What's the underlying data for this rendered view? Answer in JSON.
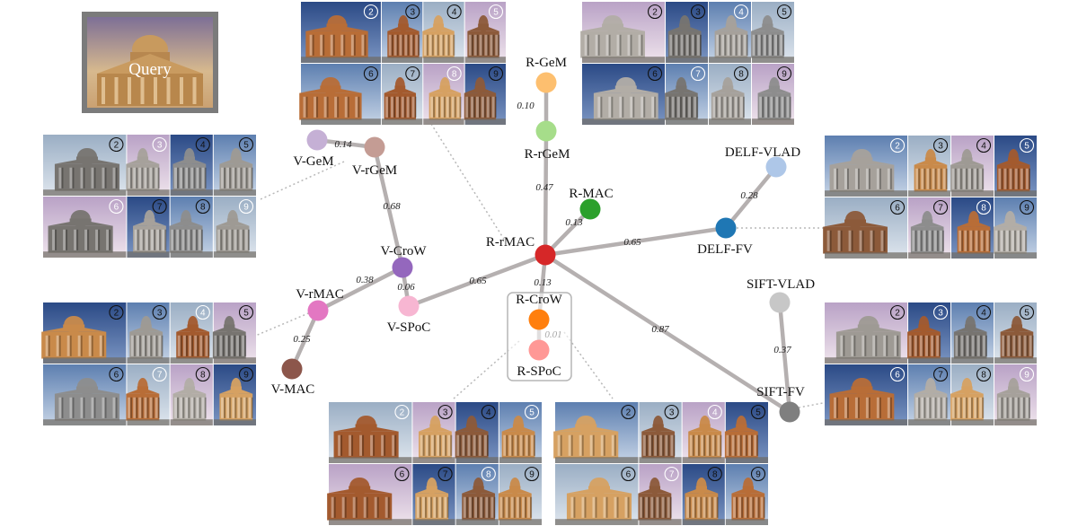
{
  "query": {
    "label": "Query"
  },
  "nodes": [
    {
      "id": "R-GeM",
      "label": "R-GeM",
      "color": "#fdbf6f"
    },
    {
      "id": "R-rGeM",
      "label": "R-rGeM",
      "color": "#a6dd8a"
    },
    {
      "id": "R-MAC",
      "label": "R-MAC",
      "color": "#2ca02c"
    },
    {
      "id": "R-rMAC",
      "label": "R-rMAC",
      "color": "#d62728"
    },
    {
      "id": "R-CroW",
      "label": "R-CroW",
      "color": "#ff7f0e"
    },
    {
      "id": "R-SPoC",
      "label": "R-SPoC",
      "color": "#ff9896"
    },
    {
      "id": "V-GeM",
      "label": "V-GeM",
      "color": "#c5b0d5"
    },
    {
      "id": "V-rGeM",
      "label": "V-rGeM",
      "color": "#c49c94"
    },
    {
      "id": "V-CroW",
      "label": "V-CroW",
      "color": "#9467bd"
    },
    {
      "id": "V-SPoC",
      "label": "V-SPoC",
      "color": "#f7b6d2"
    },
    {
      "id": "V-rMAC",
      "label": "V-rMAC",
      "color": "#e377c2"
    },
    {
      "id": "V-MAC",
      "label": "V-MAC",
      "color": "#8c564b"
    },
    {
      "id": "DELF-VLAD",
      "label": "DELF-VLAD",
      "color": "#aec7e8"
    },
    {
      "id": "DELF-FV",
      "label": "DELF-FV",
      "color": "#1f77b4"
    },
    {
      "id": "SIFT-VLAD",
      "label": "SIFT-VLAD",
      "color": "#c7c7c7"
    },
    {
      "id": "SIFT-FV",
      "label": "SIFT-FV",
      "color": "#7f7f7f"
    }
  ],
  "edges": [
    {
      "from": "R-GeM",
      "to": "R-rGeM",
      "label": "0.10"
    },
    {
      "from": "R-rGeM",
      "to": "R-rMAC",
      "label": "0.47"
    },
    {
      "from": "R-MAC",
      "to": "R-rMAC",
      "label": "0.13"
    },
    {
      "from": "R-rMAC",
      "to": "DELF-FV",
      "label": "0.65"
    },
    {
      "from": "DELF-VLAD",
      "to": "DELF-FV",
      "label": "0.28"
    },
    {
      "from": "R-rMAC",
      "to": "R-CroW",
      "label": "0.13"
    },
    {
      "from": "R-CroW",
      "to": "R-SPoC",
      "label": "0.01"
    },
    {
      "from": "R-rMAC",
      "to": "V-SPoC",
      "label": "0.65"
    },
    {
      "from": "V-CroW",
      "to": "V-SPoC",
      "label": "0.06"
    },
    {
      "from": "V-rGeM",
      "to": "V-CroW",
      "label": "0.68"
    },
    {
      "from": "V-GeM",
      "to": "V-rGeM",
      "label": "0.14"
    },
    {
      "from": "V-CroW",
      "to": "V-rMAC",
      "label": "0.38"
    },
    {
      "from": "V-rMAC",
      "to": "V-MAC",
      "label": "0.25"
    },
    {
      "from": "R-rMAC",
      "to": "SIFT-FV",
      "label": "0.87"
    },
    {
      "from": "SIFT-VLAD",
      "to": "SIFT-FV",
      "label": "0.37"
    }
  ],
  "grids": [
    {
      "id": "grid-rgem",
      "theme": "warm",
      "ranks": [
        "2",
        "3",
        "4",
        "5",
        "6",
        "7",
        "8",
        "9"
      ]
    },
    {
      "id": "grid-topright",
      "theme": "gray",
      "ranks": [
        "2",
        "3",
        "4",
        "5",
        "6",
        "7",
        "8",
        "9"
      ]
    },
    {
      "id": "grid-vgem",
      "theme": "gray",
      "ranks": [
        "2",
        "3",
        "4",
        "5",
        "6",
        "7",
        "8",
        "9"
      ]
    },
    {
      "id": "grid-delf",
      "theme": "mixed",
      "ranks": [
        "2",
        "3",
        "4",
        "5",
        "6",
        "7",
        "8",
        "9"
      ]
    },
    {
      "id": "grid-vrmac",
      "theme": "mixed",
      "ranks": [
        "2",
        "3",
        "4",
        "5",
        "6",
        "7",
        "8",
        "9"
      ]
    },
    {
      "id": "grid-sift",
      "theme": "mixed",
      "ranks": [
        "2",
        "3",
        "4",
        "5",
        "6",
        "7",
        "8",
        "9"
      ]
    },
    {
      "id": "grid-rcrow",
      "theme": "warm",
      "ranks": [
        "2",
        "3",
        "4",
        "5",
        "6",
        "7",
        "8",
        "9"
      ]
    },
    {
      "id": "grid-rspoc",
      "theme": "warm",
      "ranks": [
        "2",
        "3",
        "4",
        "5",
        "6",
        "7",
        "8",
        "9"
      ]
    }
  ]
}
